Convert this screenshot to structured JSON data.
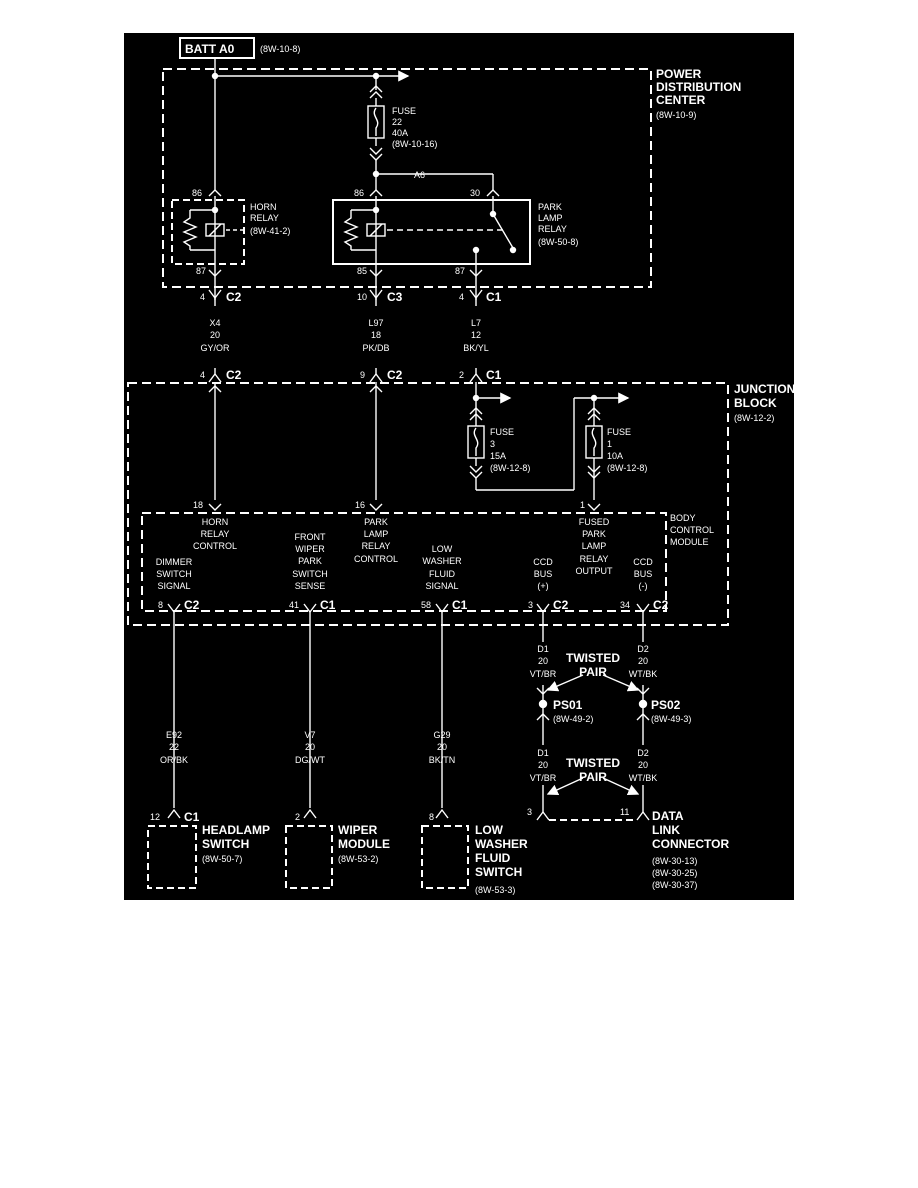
{
  "batt": {
    "label": "BATT A0",
    "ref": "(8W-10-8)"
  },
  "pdc": {
    "line1": "POWER",
    "line2": "DISTRIBUTION",
    "line3": "CENTER",
    "ref": "(8W-10-9)"
  },
  "fuse22": {
    "l1": "FUSE",
    "l2": "22",
    "l3": "40A",
    "l4": "(8W-10-16)"
  },
  "splice_a6": "A6",
  "horn_relay": {
    "l1": "HORN",
    "l2": "RELAY",
    "l3": "(8W-41-2)",
    "p86": "86",
    "p87": "87"
  },
  "park_relay": {
    "l1": "PARK",
    "l2": "LAMP",
    "l3": "RELAY",
    "l4": "(8W-50-8)",
    "p86": "86",
    "p30": "30",
    "p85": "85",
    "p87": "87"
  },
  "pdc_conn": [
    {
      "pin": "4",
      "conn": "C2"
    },
    {
      "pin": "10",
      "conn": "C3"
    },
    {
      "pin": "4",
      "conn": "C1"
    }
  ],
  "wires_top": [
    {
      "code": "X4",
      "gauge": "20",
      "color": "GY/OR"
    },
    {
      "code": "L97",
      "gauge": "18",
      "color": "PK/DB"
    },
    {
      "code": "L7",
      "gauge": "12",
      "color": "BK/YL"
    }
  ],
  "jb_conn": [
    {
      "pin": "4",
      "conn": "C2"
    },
    {
      "pin": "9",
      "conn": "C2"
    },
    {
      "pin": "2",
      "conn": "C1"
    }
  ],
  "jb": {
    "line1": "JUNCTION",
    "line2": "BLOCK",
    "ref": "(8W-12-2)"
  },
  "fuse3": {
    "l1": "FUSE",
    "l2": "3",
    "l3": "15A",
    "l4": "(8W-12-8)"
  },
  "fuse1": {
    "l1": "FUSE",
    "l2": "1",
    "l3": "10A",
    "l4": "(8W-12-8)"
  },
  "bcm_pins": {
    "horn": "18",
    "park": "16",
    "fused": "1"
  },
  "bcm": {
    "title": [
      "BODY",
      "CONTROL",
      "MODULE"
    ],
    "horn": [
      "HORN",
      "RELAY",
      "CONTROL"
    ],
    "park": [
      "PARK",
      "LAMP",
      "RELAY",
      "CONTROL"
    ],
    "fused": [
      "FUSED",
      "PARK",
      "LAMP",
      "RELAY",
      "OUTPUT"
    ],
    "dimmer": [
      "DIMMER",
      "SWITCH",
      "SIGNAL"
    ],
    "wiper": [
      "FRONT",
      "WIPER",
      "PARK",
      "SWITCH",
      "SENSE"
    ],
    "washer": [
      "LOW",
      "WASHER",
      "FLUID",
      "SIGNAL"
    ],
    "ccdp": [
      "CCD",
      "BUS",
      "(+)"
    ],
    "ccdm": [
      "CCD",
      "BUS",
      "(-)"
    ]
  },
  "bcm_conn": [
    {
      "pin": "8",
      "conn": "C2"
    },
    {
      "pin": "41",
      "conn": "C1"
    },
    {
      "pin": "58",
      "conn": "C1"
    },
    {
      "pin": "3",
      "conn": "C2"
    },
    {
      "pin": "34",
      "conn": "C2"
    }
  ],
  "ccd_wires_top": [
    {
      "code": "D1",
      "gauge": "20",
      "color": "VT/BR"
    },
    {
      "code": "D2",
      "gauge": "20",
      "color": "WT/BK"
    }
  ],
  "twisted1": [
    "TWISTED",
    "PAIR"
  ],
  "ps01": {
    "name": "PS01",
    "ref": "(8W-49-2)"
  },
  "ps02": {
    "name": "PS02",
    "ref": "(8W-49-3)"
  },
  "ccd_wires_bot": [
    {
      "code": "D1",
      "gauge": "20",
      "color": "VT/BR"
    },
    {
      "code": "D2",
      "gauge": "20",
      "color": "WT/BK"
    }
  ],
  "twisted2": [
    "TWISTED",
    "PAIR"
  ],
  "lower_wires": [
    {
      "code": "E92",
      "gauge": "22",
      "color": "OR/BK"
    },
    {
      "code": "V7",
      "gauge": "20",
      "color": "DG/WT"
    },
    {
      "code": "G29",
      "gauge": "20",
      "color": "BK/TN"
    }
  ],
  "headlamp": {
    "pin": "12",
    "conn": "C1",
    "l1": "HEADLAMP",
    "l2": "SWITCH",
    "ref": "(8W-50-7)"
  },
  "wiper": {
    "pin": "2",
    "l1": "WIPER",
    "l2": "MODULE",
    "ref": "(8W-53-2)"
  },
  "washer_sw": {
    "pin": "8",
    "l1": "LOW",
    "l2": "WASHER",
    "l3": "FLUID",
    "l4": "SWITCH",
    "ref": "(8W-53-3)"
  },
  "dlc": {
    "pin3": "3",
    "pin11": "11",
    "l1": "DATA",
    "l2": "LINK",
    "l3": "CONNECTOR",
    "refs": [
      "(8W-30-13)",
      "(8W-30-25)",
      "(8W-30-37)"
    ]
  }
}
